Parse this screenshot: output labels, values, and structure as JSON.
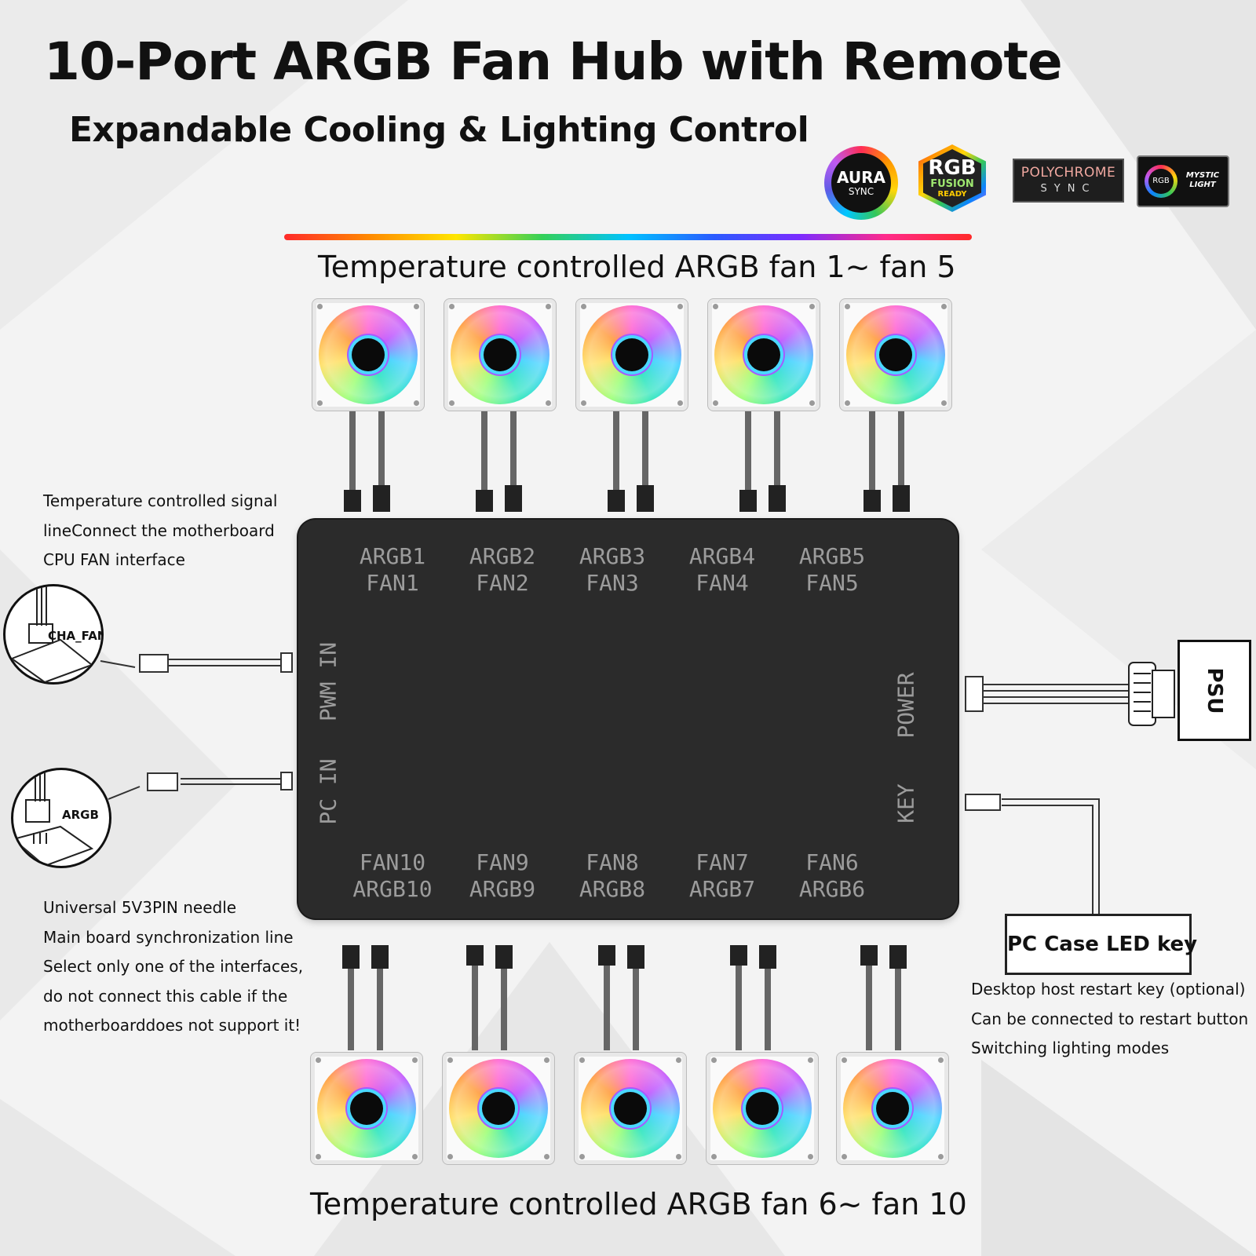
{
  "title": "10-Port ARGB Fan Hub with Remote",
  "subtitle": "Expandable Cooling & Lighting Control",
  "logos": {
    "aura": {
      "line1": "AURA",
      "line2": "SYNC"
    },
    "fusion": {
      "line1": "RGB",
      "line2": "FUSION",
      "line3": "READY"
    },
    "polychrome": {
      "line1": "POLYCHROME",
      "line2": "SYNC"
    },
    "mystic": {
      "ring": "RGB",
      "text": "MYSTIC LIGHT"
    }
  },
  "top_heading": "Temperature controlled ARGB fan 1~ fan 5",
  "bottom_heading": "Temperature controlled ARGB fan 6~ fan 10",
  "hub": {
    "top_ports": [
      {
        "line1": "ARGB1",
        "line2": "FAN1"
      },
      {
        "line1": "ARGB2",
        "line2": "FAN2"
      },
      {
        "line1": "ARGB3",
        "line2": "FAN3"
      },
      {
        "line1": "ARGB4",
        "line2": "FAN4"
      },
      {
        "line1": "ARGB5",
        "line2": "FAN5"
      }
    ],
    "bottom_ports": [
      {
        "line1": "FAN10",
        "line2": "ARGB10"
      },
      {
        "line1": "FAN9",
        "line2": "ARGB9"
      },
      {
        "line1": "FAN8",
        "line2": "ARGB8"
      },
      {
        "line1": "FAN7",
        "line2": "ARGB7"
      },
      {
        "line1": "FAN6",
        "line2": "ARGB6"
      }
    ],
    "left_labels": {
      "pwm_in": "PWM IN",
      "pc_in": "PC IN"
    },
    "right_labels": {
      "power": "POWER",
      "key": "KEY"
    }
  },
  "left_note_top": {
    "lines": [
      "Temperature controlled signal",
      "lineConnect the motherboard",
      "CPU FAN interface"
    ]
  },
  "left_note_bottom": {
    "lines": [
      "Universal 5V3PIN needle",
      "Main board synchronization line",
      "Select only one of the interfaces,",
      "do not connect this cable if the",
      "motherboarddoes not support it!"
    ]
  },
  "callouts": {
    "cha_fan": "CHA_FAN",
    "argb": "ARGB"
  },
  "psu_label": "PSU",
  "key_box_label": "PC Case LED key",
  "right_note": {
    "lines": [
      "Desktop host restart key (optional)",
      "Can be connected to restart button",
      "Switching lighting modes"
    ]
  },
  "colors": {
    "hub_body": "#2b2b2b",
    "port_text": "#9c9c9c",
    "background": "#f3f3f3"
  }
}
